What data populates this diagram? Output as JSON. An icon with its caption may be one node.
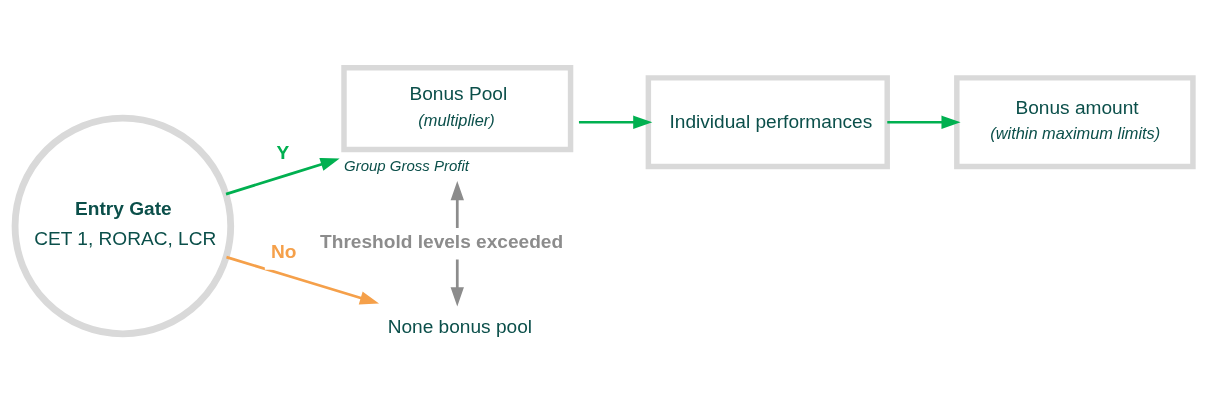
{
  "diagram": {
    "nodes": [
      {
        "text": [
          "Entry Gate",
          "CET 1, RORAC, LCR"
        ]
      },
      {
        "text": [
          "Bonus Pool",
          "(multiplier)"
        ],
        "beside": [
          "Group Gross Profit"
        ]
      },
      {
        "text": [
          "Individual performances"
        ]
      },
      {
        "text": [
          "Bonus amount",
          "(within maximum limits)"
        ]
      },
      {
        "text": [
          "None bonus pool"
        ]
      }
    ],
    "edges": [
      {
        "from": 0,
        "to": 1,
        "arrow": "to",
        "label": "Y"
      },
      {
        "from": 1,
        "to": 2,
        "arrow": "to"
      },
      {
        "from": 2,
        "to": 3,
        "arrow": "to"
      },
      {
        "from": 1,
        "to": 4,
        "arrow": "both",
        "label": "Threshold levels exceeded",
        "color": "#8c8c8c"
      },
      {
        "from": 0,
        "to": 4,
        "arrow": "to",
        "label": "No",
        "color": "#f5a04a"
      }
    ]
  }
}
